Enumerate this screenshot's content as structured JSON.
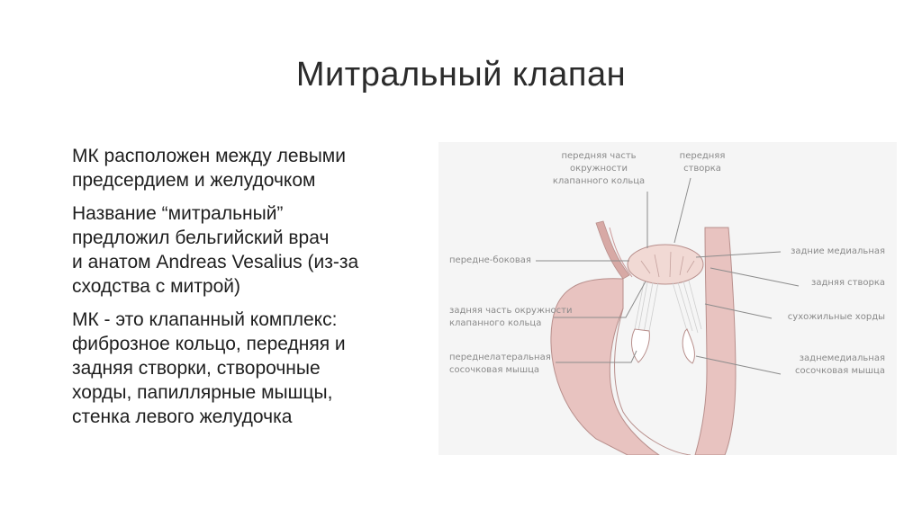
{
  "slide": {
    "title": "Митральный клапан",
    "paragraphs": [
      "МК расположен между левыми\nпредсердием и желудочком",
      "Название “митральный”\nпредложил бельгийский врач\nи анатом Andreas Vesalius (из-за\nсходства с митрой)",
      "МК - это клапанный комплекс:\nфиброзное кольцо, передняя и\nзадняя створки, створочные\nхорды, папиллярные мышцы,\nстенка левого желудочка"
    ]
  },
  "diagram": {
    "labels": {
      "anterior_annulus_1": "передняя часть",
      "anterior_annulus_2": "окружности",
      "anterior_annulus_3": "клапанного кольца",
      "anterior_leaflet_1": "передняя",
      "anterior_leaflet_2": "створка",
      "anterolateral": "передне-боковая",
      "posterior_annulus_1": "задняя часть окружности",
      "posterior_annulus_2": "клапанного кольца",
      "anterolateral_papillary_1": "переднелатеральная",
      "anterolateral_papillary_2": "сосочковая мышца",
      "posteromedial": "задние медиальная",
      "posterior_leaflet": "задняя створка",
      "chordae": "сухожильные хорды",
      "posteromedial_papillary_1": "заднемедиальная",
      "posteromedial_papillary_2": "сосочковая мышца"
    },
    "colors": {
      "wall": "#e8c3c0",
      "wall_outline": "#b88f8c",
      "annulus": "#f1d9d4",
      "background": "#f5f5f5"
    }
  }
}
